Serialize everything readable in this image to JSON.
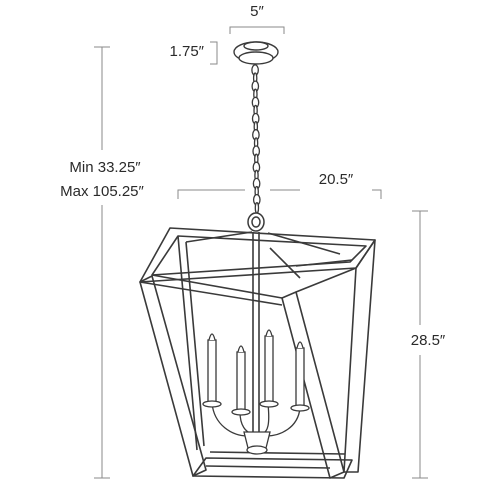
{
  "dimensions": {
    "canopy_width": "5″",
    "canopy_height": "1.75″",
    "overall_min": "Min 33.25″",
    "overall_max": "Max 105.25″",
    "fixture_width": "20.5″",
    "fixture_height": "28.5″"
  },
  "colors": {
    "line": "#3a3a3a",
    "dim_line": "#8a8a8a",
    "text": "#2a2a2a"
  }
}
